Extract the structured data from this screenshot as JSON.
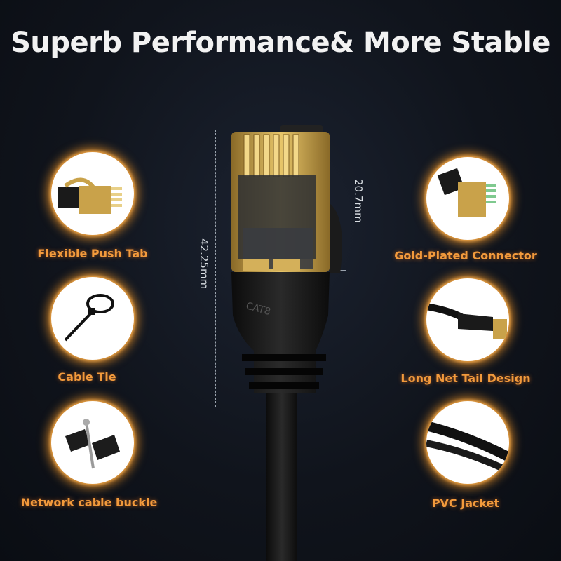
{
  "title": "Superb Performance& More Stable",
  "dimensions": {
    "total_length": "42.25mm",
    "connector_length": "20.7mm"
  },
  "connector_label": "CAT8",
  "features": {
    "left": [
      {
        "label": "Flexible Push Tab",
        "icon": "push-tab-icon"
      },
      {
        "label": "Cable Tie",
        "icon": "cable-tie-icon"
      },
      {
        "label": "Network cable buckle",
        "icon": "cable-buckle-icon"
      }
    ],
    "right": [
      {
        "label": "Gold-Plated Connector",
        "icon": "gold-connector-icon"
      },
      {
        "label": "Long Net Tail Design",
        "icon": "net-tail-icon"
      },
      {
        "label": "PVC Jacket",
        "icon": "pvc-jacket-icon"
      }
    ]
  },
  "colors": {
    "accent_orange": "#f29a3c",
    "gold": "#c9a24a",
    "background": "#10141c"
  }
}
